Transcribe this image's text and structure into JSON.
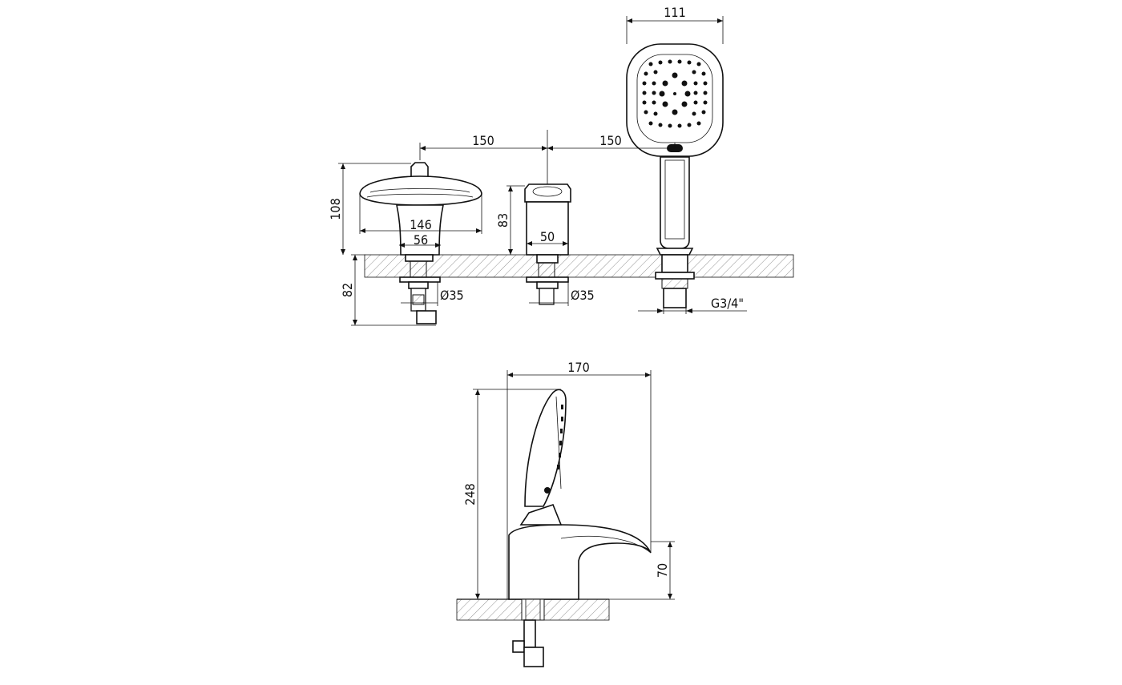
{
  "dimensions": {
    "shower_head_width": "111",
    "spacing_left": "150",
    "spacing_right": "150",
    "spout_height": "108",
    "spout_width": "146",
    "spout_base_width": "56",
    "handle_height": "83",
    "handle_width": "50",
    "below_deck_depth": "82",
    "hole_diameter_left": "Ø35",
    "hole_diameter_mid": "Ø35",
    "hose_thread": "G3/4\"",
    "side_depth": "170",
    "side_total_height": "248",
    "side_spout_height": "70"
  }
}
